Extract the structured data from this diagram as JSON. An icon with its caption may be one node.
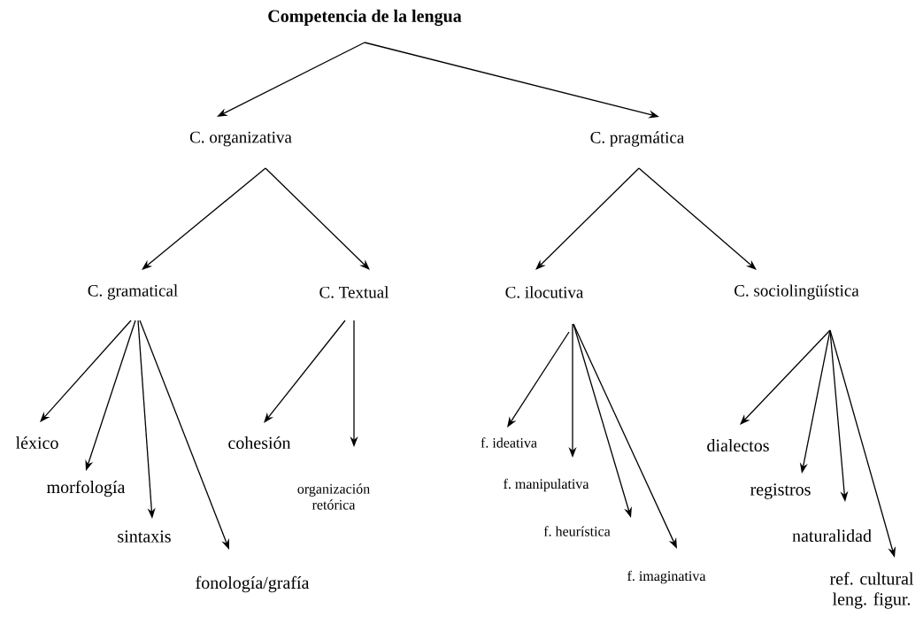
{
  "diagram": {
    "nodes": [
      {
        "text": [
          "Competencia de la lengua"
        ]
      },
      {
        "text": [
          "C. organizativa"
        ]
      },
      {
        "text": [
          "C. pragmática"
        ]
      },
      {
        "text": [
          "C. gramatical"
        ]
      },
      {
        "text": [
          "C. Textual"
        ]
      },
      {
        "text": [
          "C. ilocutiva"
        ]
      },
      {
        "text": [
          "C. sociolingüística"
        ]
      },
      {
        "text": [
          "léxico"
        ]
      },
      {
        "text": [
          "morfología"
        ]
      },
      {
        "text": [
          "sintaxis"
        ]
      },
      {
        "text": [
          "fonología/grafía"
        ]
      },
      {
        "text": [
          "cohesión"
        ]
      },
      {
        "text": [
          "organización retórica"
        ]
      },
      {
        "text": [
          "f. ideativa"
        ]
      },
      {
        "text": [
          "f. manipulativa"
        ]
      },
      {
        "text": [
          "f. heurística"
        ]
      },
      {
        "text": [
          "f. imaginativa"
        ]
      },
      {
        "text": [
          "dialectos"
        ]
      },
      {
        "text": [
          "registros"
        ]
      },
      {
        "text": [
          "naturalidad"
        ]
      },
      {
        "text": [
          "ref. cultural leng. figur."
        ]
      }
    ],
    "edges": [
      {
        "from": 0,
        "to": 1,
        "arrow": "to"
      },
      {
        "from": 0,
        "to": 2,
        "arrow": "to"
      },
      {
        "from": 1,
        "to": 3,
        "arrow": "to"
      },
      {
        "from": 1,
        "to": 4,
        "arrow": "to"
      },
      {
        "from": 2,
        "to": 5,
        "arrow": "to"
      },
      {
        "from": 2,
        "to": 6,
        "arrow": "to"
      },
      {
        "from": 3,
        "to": 7,
        "arrow": "to"
      },
      {
        "from": 3,
        "to": 8,
        "arrow": "to"
      },
      {
        "from": 3,
        "to": 9,
        "arrow": "to"
      },
      {
        "from": 3,
        "to": 10,
        "arrow": "to"
      },
      {
        "from": 4,
        "to": 11,
        "arrow": "to"
      },
      {
        "from": 4,
        "to": 12,
        "arrow": "to"
      },
      {
        "from": 5,
        "to": 13,
        "arrow": "to"
      },
      {
        "from": 5,
        "to": 14,
        "arrow": "to"
      },
      {
        "from": 5,
        "to": 15,
        "arrow": "to"
      },
      {
        "from": 5,
        "to": 16,
        "arrow": "to"
      },
      {
        "from": 6,
        "to": 17,
        "arrow": "to"
      },
      {
        "from": 6,
        "to": 18,
        "arrow": "to"
      },
      {
        "from": 6,
        "to": 19,
        "arrow": "to"
      },
      {
        "from": 6,
        "to": 20,
        "arrow": "to"
      }
    ]
  }
}
